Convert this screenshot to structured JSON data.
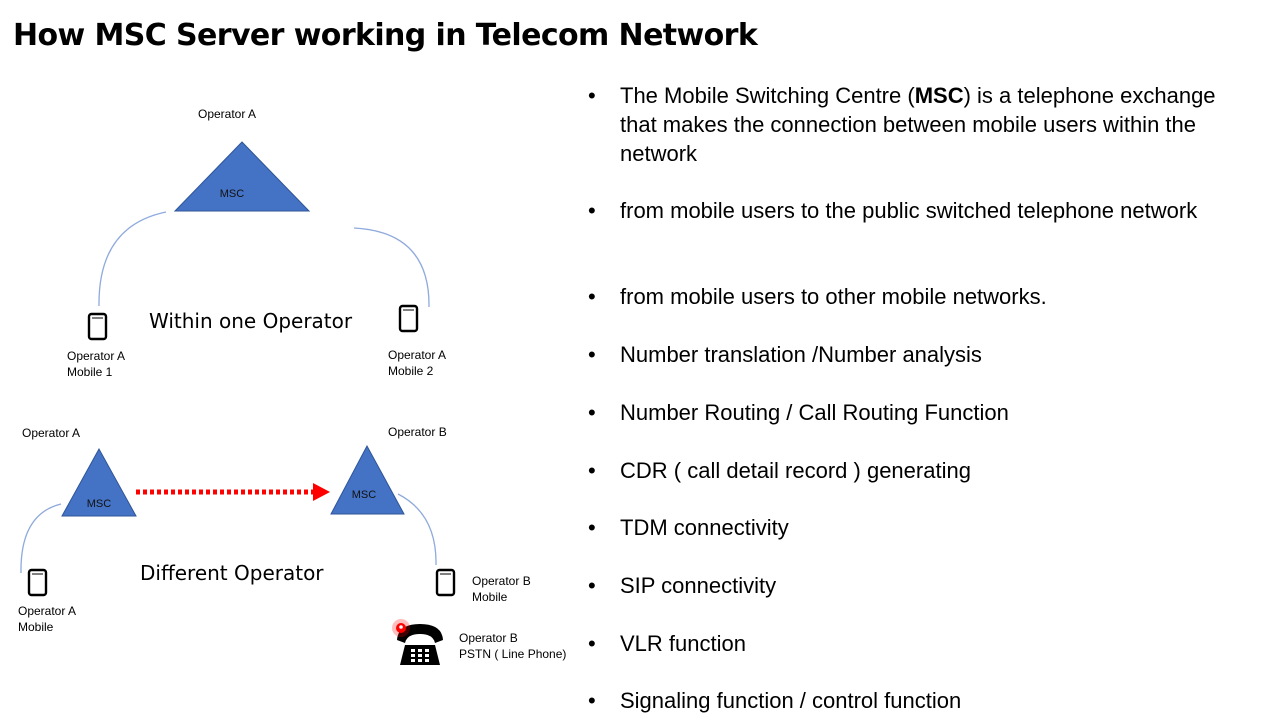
{
  "title": "How MSC Server working in Telecom Network",
  "diagram": {
    "top": {
      "operator_label": "Operator A",
      "msc_label": "MSC",
      "caption": "Within one Operator",
      "mobile1_line1": "Operator A",
      "mobile1_line2": "Mobile 1",
      "mobile2_line1": "Operator A",
      "mobile2_line2": "Mobile 2"
    },
    "bottom": {
      "left_operator_label": "Operator A",
      "left_msc_label": "MSC",
      "right_operator_label": "Operator B",
      "right_msc_label": "MSC",
      "caption": "Different Operator",
      "mobile_a_line1": "Operator A",
      "mobile_a_line2": "Mobile",
      "mobile_b_line1": "Operator B",
      "mobile_b_line2": "Mobile",
      "pstn_line1": "Operator B",
      "pstn_line2": "PSTN ( Line Phone)"
    },
    "colors": {
      "triangle": "#4472c4",
      "triangle_stroke": "#2f5597",
      "link": "#8faadc",
      "arrow": "#ff0000"
    }
  },
  "bullets": [
    {
      "pre": "The Mobile Switching Centre (",
      "bold": "MSC",
      "post": ") is a telephone exchange that makes the connection between mobile users within the network"
    },
    {
      "pre": "from mobile users to the public switched telephone network",
      "bold": "",
      "post": ""
    },
    {
      "pre": "from mobile users to other mobile networks.",
      "bold": "",
      "post": ""
    },
    {
      "pre": "Number translation /Number analysis",
      "bold": "",
      "post": ""
    },
    {
      "pre": "Number Routing / Call Routing Function",
      "bold": "",
      "post": ""
    },
    {
      "pre": "CDR ( call detail record ) generating",
      "bold": "",
      "post": ""
    },
    {
      "pre": "TDM connectivity",
      "bold": "",
      "post": ""
    },
    {
      "pre": "SIP connectivity",
      "bold": "",
      "post": ""
    },
    {
      "pre": "VLR function",
      "bold": "",
      "post": ""
    },
    {
      "pre": "Signaling function / control function",
      "bold": "",
      "post": ""
    }
  ],
  "bullet_symbol": "•"
}
